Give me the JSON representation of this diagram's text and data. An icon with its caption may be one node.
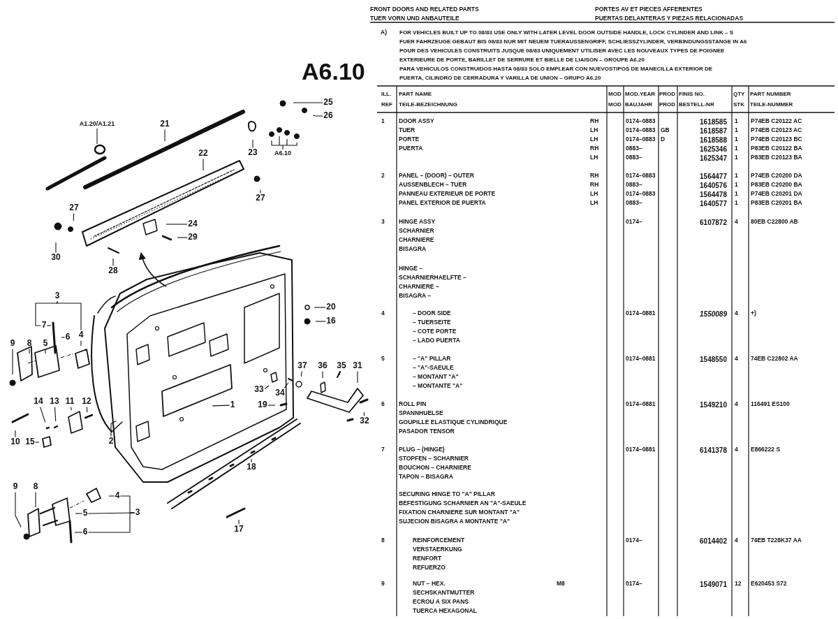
{
  "diagram": {
    "nodes": [
      {
        "text": [
          "25"
        ]
      },
      {
        "text": [
          "26"
        ]
      },
      {
        "text": [
          "A1.20/A1.21"
        ]
      },
      {
        "text": [
          "21"
        ]
      },
      {
        "text": [
          "22"
        ]
      },
      {
        "text": [
          "23"
        ]
      },
      {
        "text": [
          "A6.10"
        ]
      },
      {
        "text": [
          "27"
        ]
      },
      {
        "text": [
          "27"
        ]
      },
      {
        "text": [
          "24"
        ]
      },
      {
        "text": [
          "29"
        ]
      },
      {
        "text": [
          "30"
        ]
      },
      {
        "text": [
          "28"
        ]
      },
      {
        "text": [
          "3"
        ]
      },
      {
        "text": [
          "20"
        ]
      },
      {
        "text": [
          "16"
        ]
      },
      {
        "text": [
          "7"
        ]
      },
      {
        "text": [
          "6"
        ]
      },
      {
        "text": [
          "4"
        ]
      },
      {
        "text": [
          "9"
        ]
      },
      {
        "text": [
          "8"
        ]
      },
      {
        "text": [
          "5"
        ]
      },
      {
        "text": [
          "37"
        ]
      },
      {
        "text": [
          "36"
        ]
      },
      {
        "text": [
          "35"
        ]
      },
      {
        "text": [
          "31"
        ]
      },
      {
        "text": [
          "33"
        ]
      },
      {
        "text": [
          "34"
        ]
      },
      {
        "text": [
          "14"
        ]
      },
      {
        "text": [
          "13"
        ]
      },
      {
        "text": [
          "11"
        ]
      },
      {
        "text": [
          "12"
        ]
      },
      {
        "text": [
          "1"
        ]
      },
      {
        "text": [
          "19"
        ]
      },
      {
        "text": [
          "32"
        ]
      },
      {
        "text": [
          "10"
        ]
      },
      {
        "text": [
          "15"
        ]
      },
      {
        "text": [
          "2"
        ]
      },
      {
        "text": [
          "18"
        ]
      },
      {
        "text": [
          "9"
        ]
      },
      {
        "text": [
          "8"
        ]
      },
      {
        "text": [
          "4"
        ]
      },
      {
        "text": [
          "5"
        ]
      },
      {
        "text": [
          "3"
        ]
      },
      {
        "text": [
          "6"
        ]
      },
      {
        "text": [
          "17"
        ]
      }
    ],
    "edges": [
      {
        "from": 0,
        "to": null,
        "arrow": "none"
      },
      {
        "from": 1,
        "to": null,
        "arrow": "none"
      },
      {
        "from": 2,
        "to": null,
        "arrow": "none"
      },
      {
        "from": 3,
        "to": null,
        "arrow": "none"
      },
      {
        "from": 4,
        "to": null,
        "arrow": "none"
      },
      {
        "from": 5,
        "to": null,
        "arrow": "none"
      },
      {
        "from": 6,
        "to": null,
        "arrow": "none"
      },
      {
        "from": 7,
        "to": null,
        "arrow": "none"
      },
      {
        "from": 8,
        "to": null,
        "arrow": "none"
      },
      {
        "from": 9,
        "to": null,
        "arrow": "none"
      },
      {
        "from": 10,
        "to": null,
        "arrow": "none"
      },
      {
        "from": 11,
        "to": null,
        "arrow": "none"
      },
      {
        "from": 12,
        "to": null,
        "arrow": "none"
      },
      {
        "from": 13,
        "to": 18,
        "arrow": "none"
      },
      {
        "from": 14,
        "to": null,
        "arrow": "none"
      },
      {
        "from": 15,
        "to": null,
        "arrow": "none"
      },
      {
        "from": 16,
        "to": null,
        "arrow": "none"
      },
      {
        "from": 17,
        "to": null,
        "arrow": "none"
      },
      {
        "from": 18,
        "to": null,
        "arrow": "none"
      },
      {
        "from": 19,
        "to": null,
        "arrow": "none"
      },
      {
        "from": 20,
        "to": null,
        "arrow": "none"
      },
      {
        "from": 21,
        "to": null,
        "arrow": "none"
      },
      {
        "from": 22,
        "to": null,
        "arrow": "none"
      },
      {
        "from": 23,
        "to": null,
        "arrow": "none"
      },
      {
        "from": 24,
        "to": null,
        "arrow": "none"
      },
      {
        "from": 25,
        "to": null,
        "arrow": "none"
      },
      {
        "from": 26,
        "to": null,
        "arrow": "none"
      },
      {
        "from": 27,
        "to": null,
        "arrow": "none"
      },
      {
        "from": 28,
        "to": null,
        "arrow": "none"
      },
      {
        "from": 29,
        "to": null,
        "arrow": "none"
      },
      {
        "from": 30,
        "to": null,
        "arrow": "none"
      },
      {
        "from": 31,
        "to": null,
        "arrow": "none"
      },
      {
        "from": 32,
        "to": null,
        "arrow": "none"
      },
      {
        "from": 33,
        "to": null,
        "arrow": "none"
      },
      {
        "from": 34,
        "to": null,
        "arrow": "none"
      },
      {
        "from": 35,
        "to": null,
        "arrow": "none"
      },
      {
        "from": 36,
        "to": null,
        "arrow": "none"
      },
      {
        "from": 37,
        "to": null,
        "arrow": "none"
      },
      {
        "from": 38,
        "to": null,
        "arrow": "none"
      },
      {
        "from": 39,
        "to": null,
        "arrow": "none"
      },
      {
        "from": 40,
        "to": null,
        "arrow": "none"
      },
      {
        "from": 41,
        "to": null,
        "arrow": "none"
      },
      {
        "from": 42,
        "to": null,
        "arrow": "none"
      },
      {
        "from": 43,
        "to": 42,
        "arrow": "none"
      },
      {
        "from": 44,
        "to": null,
        "arrow": "none"
      },
      {
        "from": 45,
        "to": null,
        "arrow": "none"
      },
      {
        "from": 43,
        "to": 41,
        "arrow": "none"
      },
      {
        "from": 43,
        "to": 44,
        "arrow": "none"
      },
      {
        "from": 13,
        "to": 16,
        "arrow": "none"
      }
    ],
    "labels": [
      "FRONT DOORS AND RELATED PARTS",
      "PORTES AV ET PIECES AFFERENTES",
      "TUER VORN UND ANBAUTEILE",
      "PUERTAS DELANTERAS Y PIEZAS RELACIONADAS",
      "A)",
      "FOR VEHICLES BUILT UP TO 08/83 USE ONLY WITH LATER LEVEL DOOR OUTSIDE HANDLE, LOCK CYLINDER AND LINK – S",
      "FUER FAHRZEUGE GEBAUT BIS 08/83 NUR MIT NEUEM TUERAUSSENGRIFF, SCHLIESSZYLINDER, VERBINDUNGSSTANGE IN A6",
      "POUR DES VEHICULES CONSTRUITS JUSQUE 08/83 UNIQUEMENT UTILISER AVEC LES NOUVEAUX TYPES DE POIGNEE",
      "EXTERIEURE DE PORTE, BARILLET DE SERRURE ET BIELLE DE LIAISON – GROUPE A6.20",
      "PARA VEHICULOS CONSTRUIDOS HASTA 08/83 SOLO EMPLEAR CON NUEVOSTIPOS DE MANECILLA EXTERIOR DE",
      "PUERTA, CILINDRO DE CERRADURA Y VARILLA DE UNION – GRUPO A6.20",
      "A6.10",
      "ILL.",
      "PART NAME",
      "MOD",
      "MOD.YEAR",
      "PROD",
      "FINIS NO.",
      "QTY",
      "PART NUMBER",
      "REF",
      "TEILE-BEZEICHNUNG",
      "MOD",
      "BAUJAHR",
      "PROD",
      "BESTELL-NR",
      "STK",
      "TEILE-NUMMER",
      "1",
      "DOOR ASSY",
      "RH",
      "0174–0883",
      "1618585",
      "1",
      "P74EB C20122 AC",
      "TUER",
      "LH",
      "0174–0883",
      "GB",
      "1618587",
      "1",
      "P74EB C20123 AC",
      "PORTE",
      "LH",
      "0174–0883",
      "D",
      "1618588",
      "1",
      "P74EB C20123 BC",
      "PUERTA",
      "RH",
      "0883–",
      "1625346",
      "1",
      "P83EB C20122 BA",
      "LH",
      "0883–",
      "1625347",
      "1",
      "P83EB C20123 BA",
      "2",
      "PANEL – (DOOR) – OUTER",
      "RH",
      "0174–0883",
      "1564477",
      "1",
      "P74EB C20200 DA",
      "AUSSENBLECH – TUER",
      "RH",
      "0883–",
      "1640576",
      "1",
      "P83EB C20200 BA",
      "PANNEAU EXTERIEUR DE PORTE",
      "LH",
      "0174–0883",
      "1564478",
      "1",
      "P74EB C20201 DA",
      "PANEL EXTERIOR DE PUERTA",
      "LH",
      "0883–",
      "1640577",
      "1",
      "P83EB C20201 BA",
      "3",
      "HINGE ASSY",
      "0174–",
      "6107872",
      "4",
      "80EB C22800 AB",
      "SCHARNIER",
      "CHARNIERE",
      "BISAGRA",
      "HINGE –",
      "SCHARNIERHAELFTE –",
      "CHARNIERE –",
      "BISAGRA –",
      "4",
      "– DOOR SIDE",
      "0174–0881",
      "1550089",
      "4",
      "+)",
      "– TUERSEITE",
      "– COTE PORTE",
      "– LADO PUERTA",
      "5",
      "– \"A\" PILLAR",
      "0174–0881",
      "1548550",
      "4",
      "74EB C22802 AA",
      "– \"A\"-SAEULE",
      "– MONTANT \"A\"",
      "– MONTANTE \"A\"",
      "6",
      "ROLL PIN",
      "0174–0881",
      "1549210",
      "4",
      "116491 ES100",
      "SPANNHUELSE",
      "GOUPILLE ELASTIQUE CYLINDRIQUE",
      "PASADOR TENSOR",
      "7",
      "PLUG – (HINGE)",
      "0174–0881",
      "6141378",
      "4",
      "E866222 S",
      "STOPFEN – SCHARNIER",
      "BOUCHON – CHARNIERE",
      "TAPON – BISAGRA",
      "SECURING HINGE TO \"A\" PILLAR",
      "BEFESTIGUNG SCHARNIER AN \"A\"-SAEULE",
      "FIXATION CHARNIERE SUR MONTANT \"A\"",
      "SUJECION BISAGRA A MONTANTE \"A\"",
      "8",
      "REINFORCEMENT",
      "0174–",
      "6014402",
      "4",
      "74EB T228K37 AA",
      "VERSTAERKUNG",
      "RENFORT",
      "REFUERZO",
      "9",
      "NUT – HEX.",
      "M8",
      "0174–",
      "1549071",
      "12",
      "E620453 S72",
      "SECHSKANTMUTTER",
      "ECROU A SIX PANS",
      "TUERCA HEXAGONAL"
    ]
  }
}
